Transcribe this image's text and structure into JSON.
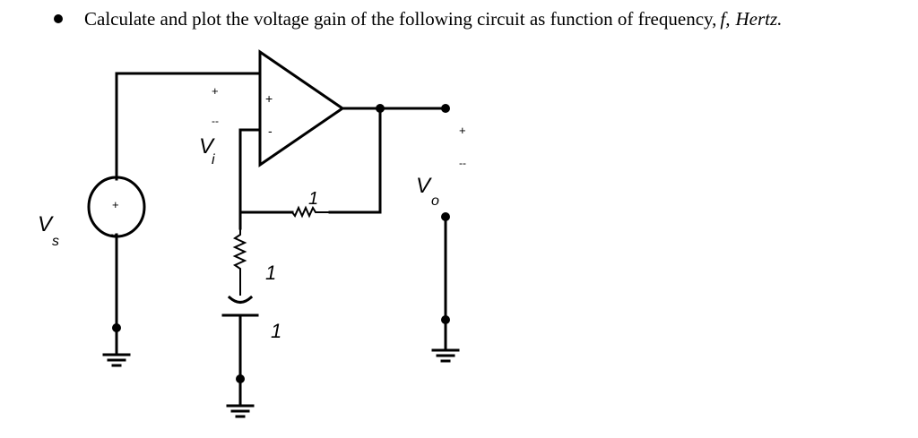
{
  "problem": {
    "bullet_text": "Calculate and plot the voltage gain of the following circuit as function of frequency, ",
    "f_symbol": "f,",
    "hertz": "Hertz."
  },
  "labels": {
    "vs": "V",
    "vs_sub": "s",
    "vi": "V",
    "vi_sub": "i",
    "vo": "V",
    "vo_sub": "o",
    "plus": "+",
    "minus": "-",
    "dminus": "--",
    "r_feedback": "1",
    "r_ground": "1",
    "c_ground": "1"
  }
}
